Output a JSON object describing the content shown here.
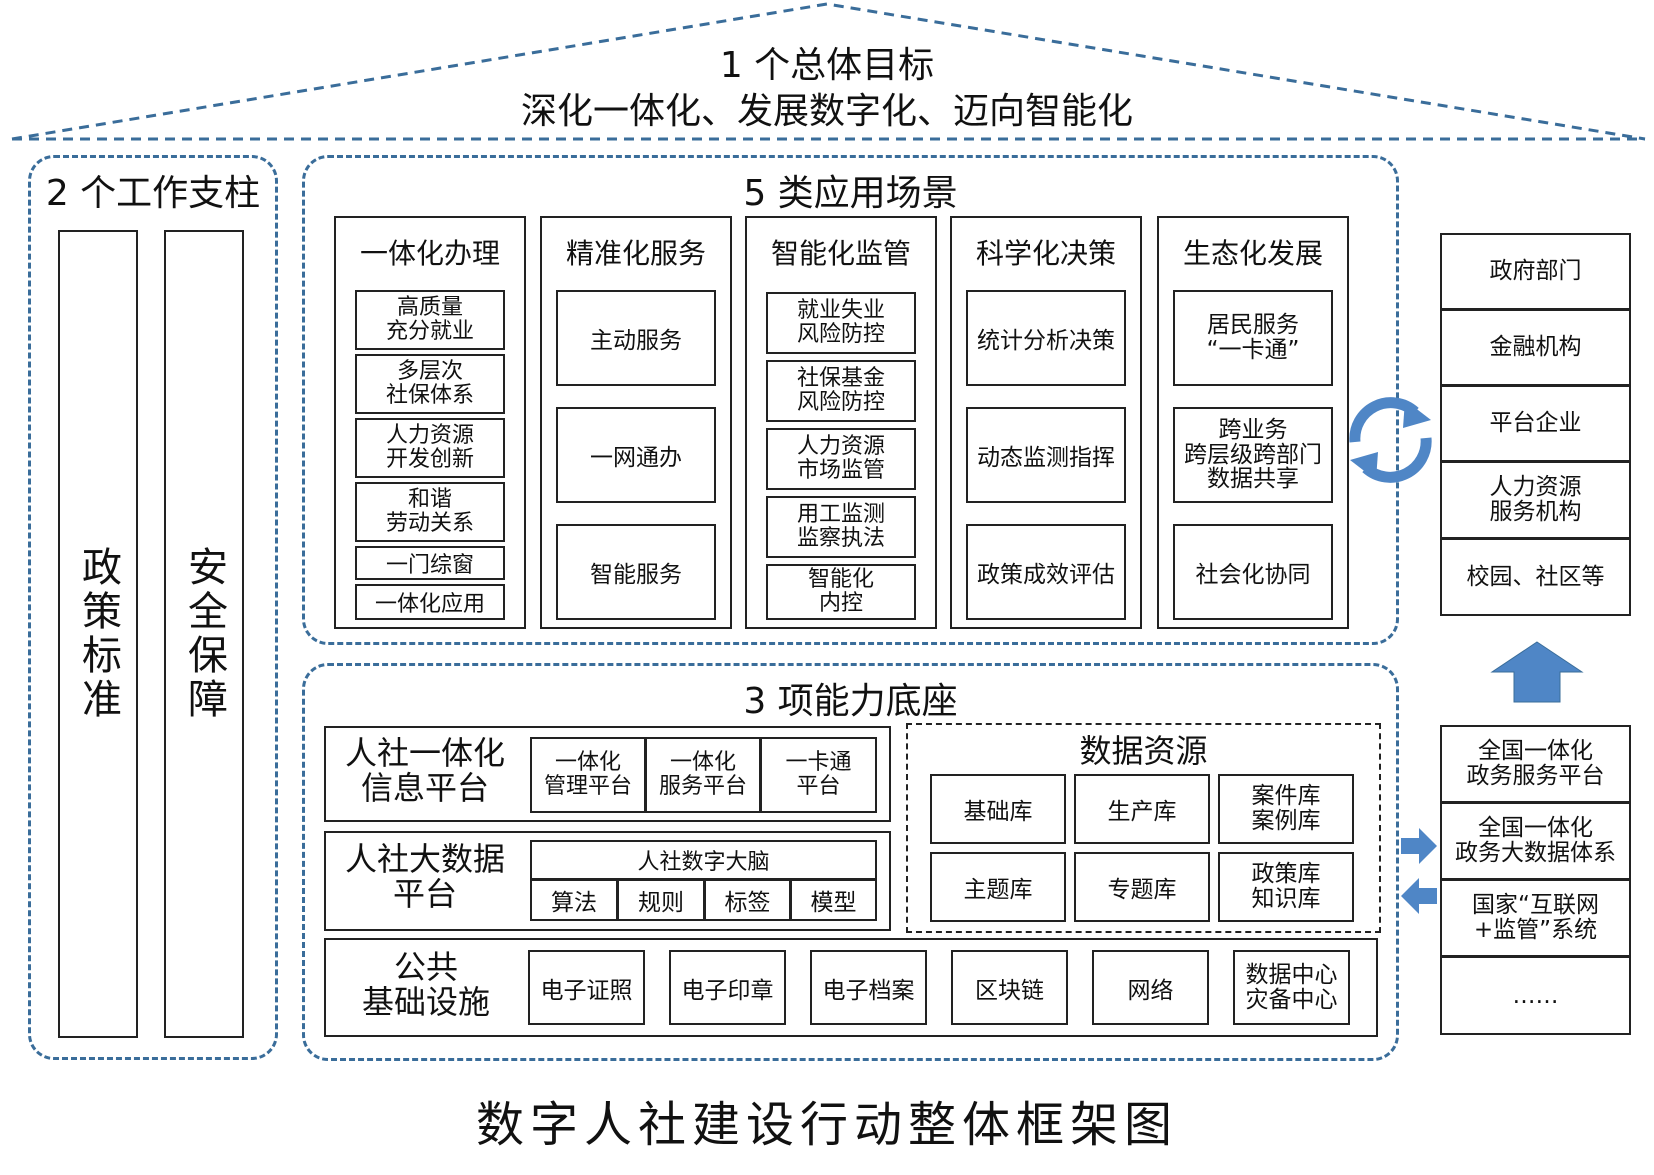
{
  "roof": {
    "title": "1 个总体目标",
    "subtitle": "深化一体化、发展数字化、迈向智能化"
  },
  "pillars": {
    "title": "2 个工作支柱",
    "items": [
      "政策标准",
      "安全保障"
    ]
  },
  "scenarios": {
    "title": "5 类应用场景",
    "columns": [
      {
        "title": "一体化办理",
        "items": [
          "高质量\n充分就业",
          "多层次\n社保体系",
          "人力资源\n开发创新",
          "和谐\n劳动关系",
          "一门综窗",
          "一体化应用"
        ]
      },
      {
        "title": "精准化服务",
        "items": [
          "主动服务",
          "一网通办",
          "智能服务"
        ]
      },
      {
        "title": "智能化监管",
        "items": [
          "就业失业\n风险防控",
          "社保基金\n风险防控",
          "人力资源\n市场监管",
          "用工监测\n监察执法",
          "智能化\n内控"
        ]
      },
      {
        "title": "科学化决策",
        "items": [
          "统计分析决策",
          "动态监测指挥",
          "政策成效评估"
        ]
      },
      {
        "title": "生态化发展",
        "items": [
          "居民服务\n“一卡通”",
          "跨业务\n跨层级跨部门\n数据共享",
          "社会化协同"
        ]
      }
    ]
  },
  "partners": [
    "政府部门",
    "金融机构",
    "平台企业",
    "人力资源\n服务机构",
    "校园、社区等"
  ],
  "foundation": {
    "title": "3 项能力底座",
    "info_platform": {
      "label": "人社一体化\n信息平台",
      "items": [
        "一体化\n管理平台",
        "一体化\n服务平台",
        "一卡通\n平台"
      ]
    },
    "bigdata_platform": {
      "label": "人社大数据\n平台",
      "brain": "人社数字大脑",
      "items": [
        "算法",
        "规则",
        "标签",
        "模型"
      ]
    },
    "data_resources": {
      "title": "数据资源",
      "items": [
        "基础库",
        "生产库",
        "案件库\n案例库",
        "主题库",
        "专题库",
        "政策库\n知识库"
      ]
    },
    "infrastructure": {
      "label": "公共\n基础设施",
      "items": [
        "电子证照",
        "电子印章",
        "电子档案",
        "区块链",
        "网络",
        "数据中心\n灾备中心"
      ]
    }
  },
  "external": [
    "全国一体化\n政务服务平台",
    "全国一体化\n政务大数据体系",
    "国家“互联网\n+监管”系统",
    "……"
  ],
  "caption": "数字人社建设行动整体框架图",
  "colors": {
    "dash": "#3a6d9a",
    "arrow": "#4f86c6",
    "border": "#222222"
  }
}
